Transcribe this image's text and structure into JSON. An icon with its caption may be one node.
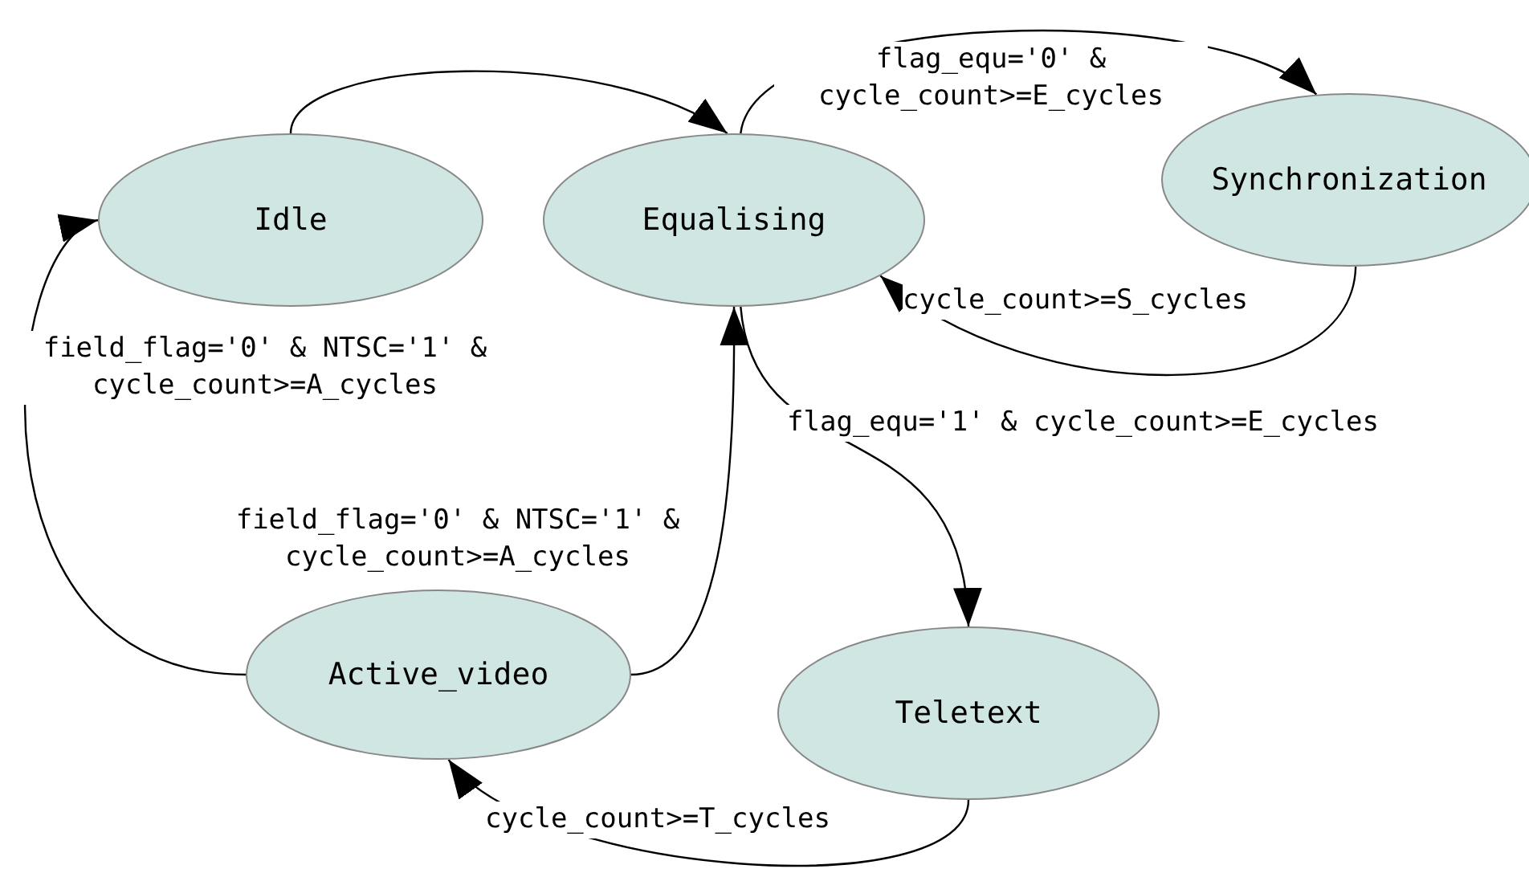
{
  "diagram": {
    "nodes": [
      {
        "text": [
          "Idle"
        ]
      },
      {
        "text": [
          "Equalising"
        ]
      },
      {
        "text": [
          "Synchronization"
        ]
      },
      {
        "text": [
          "Active_video"
        ]
      },
      {
        "text": [
          "Teletext"
        ]
      }
    ],
    "edges": [
      {
        "from": 0,
        "to": 1,
        "arrow": "to"
      },
      {
        "from": 1,
        "to": 2,
        "arrow": "to",
        "label": "flag_equ='0' & cycle_count>=E_cycles"
      },
      {
        "from": 2,
        "to": 1,
        "arrow": "to",
        "label": "cycle_count>=S_cycles"
      },
      {
        "from": 1,
        "to": 4,
        "arrow": "to",
        "label": "flag_equ='1' & cycle_count>=E_cycles"
      },
      {
        "from": 4,
        "to": 3,
        "arrow": "to",
        "label": "cycle_count>=T_cycles"
      },
      {
        "from": 3,
        "to": 0,
        "arrow": "to",
        "label": "field_flag='0' & NTSC='1' & cycle_count>=A_cycles"
      },
      {
        "from": 3,
        "to": 1,
        "arrow": "to",
        "label": "field_flag='0' & NTSC='1' & cycle_count>=A_cycles"
      }
    ]
  }
}
